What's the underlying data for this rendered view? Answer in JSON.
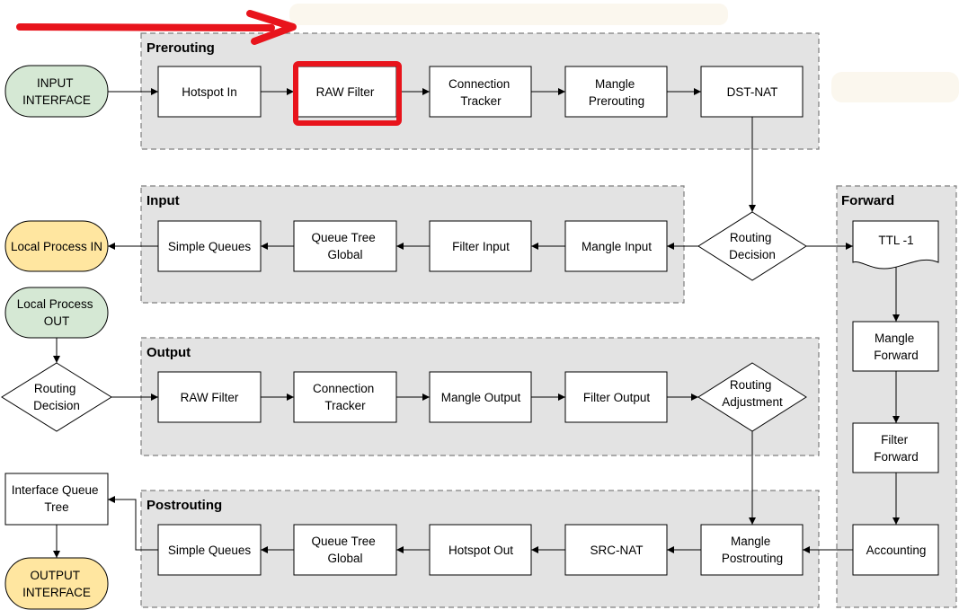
{
  "colors": {
    "group_fill": "#e3e3e3",
    "group_border": "#7f7f7f",
    "terminal_green": "#d5e8d4",
    "terminal_yellow": "#ffe6a0",
    "highlight_red": "#e8141c"
  },
  "groups": {
    "prerouting": "Prerouting",
    "input": "Input",
    "output": "Output",
    "postrouting": "Postrouting",
    "forward": "Forward"
  },
  "nodes": {
    "input_interface": [
      "INPUT",
      "INTERFACE"
    ],
    "pre_hotspot_in": [
      "Hotspot In"
    ],
    "pre_raw_filter": [
      "RAW Filter"
    ],
    "pre_conn_tracker": [
      "Connection",
      "Tracker"
    ],
    "pre_mangle": [
      "Mangle",
      "Prerouting"
    ],
    "pre_dst_nat": [
      "DST-NAT"
    ],
    "routing_decision_main": [
      "Routing",
      "Decision"
    ],
    "in_mangle": [
      "Mangle Input"
    ],
    "in_filter": [
      "Filter Input"
    ],
    "in_queue_tree": [
      "Queue Tree",
      "Global"
    ],
    "in_simple_queues": [
      "Simple Queues"
    ],
    "local_process_in": [
      "Local Process IN"
    ],
    "local_process_out": [
      "Local Process",
      "OUT"
    ],
    "routing_decision_out": [
      "Routing",
      "Decision"
    ],
    "out_raw_filter": [
      "RAW Filter"
    ],
    "out_conn_tracker": [
      "Connection",
      "Tracker"
    ],
    "out_mangle": [
      "Mangle Output"
    ],
    "out_filter": [
      "Filter Output"
    ],
    "routing_adjustment": [
      "Routing",
      "Adjustment"
    ],
    "fwd_ttl": [
      "TTL -1"
    ],
    "fwd_mangle": [
      "Mangle",
      "Forward"
    ],
    "fwd_filter": [
      "Filter",
      "Forward"
    ],
    "fwd_accounting": [
      "Accounting"
    ],
    "post_mangle": [
      "Mangle",
      "Postrouting"
    ],
    "post_src_nat": [
      "SRC-NAT"
    ],
    "post_hotspot_out": [
      "Hotspot Out"
    ],
    "post_queue_tree": [
      "Queue Tree",
      "Global"
    ],
    "post_simple_queues": [
      "Simple Queues"
    ],
    "interface_queue_tree": [
      "Interface Queue",
      "Tree"
    ],
    "output_interface": [
      "OUTPUT",
      "INTERFACE"
    ]
  }
}
